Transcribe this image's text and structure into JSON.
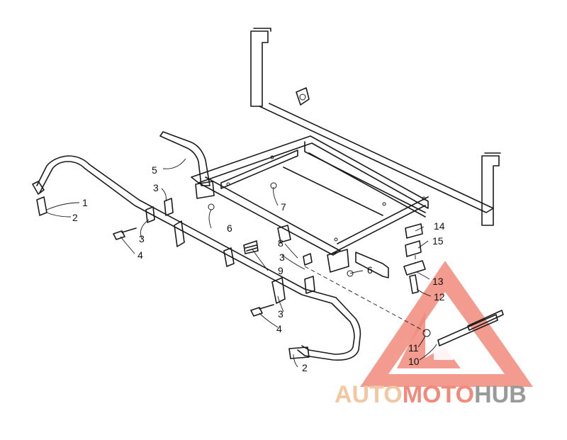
{
  "callouts": [
    {
      "id": "c1",
      "text": "1"
    },
    {
      "id": "c2a",
      "text": "2"
    },
    {
      "id": "c2b",
      "text": "2"
    },
    {
      "id": "c3a",
      "text": "3"
    },
    {
      "id": "c3b",
      "text": "3"
    },
    {
      "id": "c3c",
      "text": "3"
    },
    {
      "id": "c3d",
      "text": "3"
    },
    {
      "id": "c4a",
      "text": "4"
    },
    {
      "id": "c4b",
      "text": "4"
    },
    {
      "id": "c5",
      "text": "5"
    },
    {
      "id": "c6a",
      "text": "6"
    },
    {
      "id": "c6b",
      "text": "6"
    },
    {
      "id": "c7",
      "text": "7"
    },
    {
      "id": "c8",
      "text": "8"
    },
    {
      "id": "c9",
      "text": "9"
    },
    {
      "id": "c10",
      "text": "10"
    },
    {
      "id": "c11",
      "text": "11"
    },
    {
      "id": "c12",
      "text": "12"
    },
    {
      "id": "c13",
      "text": "13"
    },
    {
      "id": "c14",
      "text": "14"
    },
    {
      "id": "c15",
      "text": "15"
    }
  ],
  "watermark": {
    "part1": "AUTO",
    "part2": "MOTO",
    "part3": "HUB",
    "colors": {
      "auto": "#f2c7a2",
      "moto": "#f08a7a",
      "hub": "#9a9a9a",
      "triangle": "#f08a7a"
    }
  }
}
